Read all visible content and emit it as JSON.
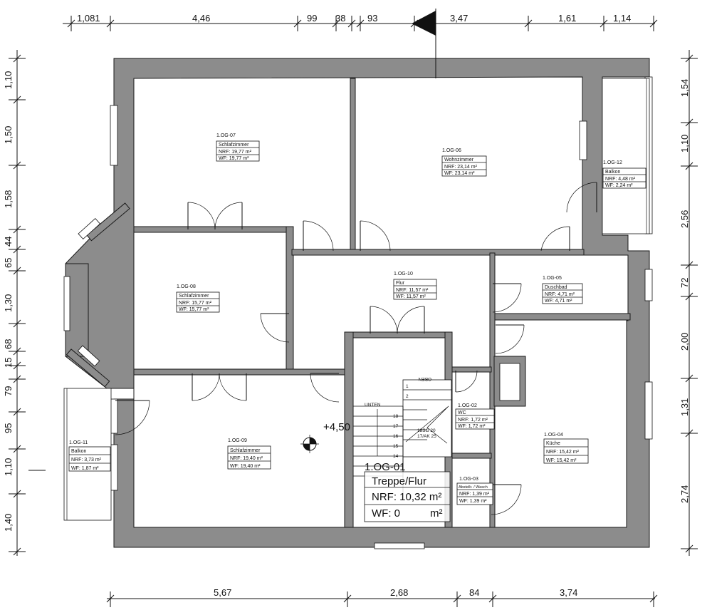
{
  "dimensions": {
    "top": [
      "1,081",
      "4,46",
      "99",
      "38",
      "93",
      "3,47",
      "1,61",
      "1,14"
    ],
    "bottom": [
      "5,67",
      "2,68",
      "84",
      "3,74"
    ],
    "left": [
      "1,10",
      "1,50",
      "1,58",
      "44",
      "65",
      "1,30",
      "68",
      "15",
      "79",
      "95",
      "1,10",
      "1,40"
    ],
    "right": [
      "1,54",
      "1,10",
      "2,56",
      "72",
      "2,00",
      "1,31",
      "2,74"
    ]
  },
  "rooms": [
    {
      "code": "1.OG-07",
      "name": "Schlafzimmer",
      "nrf": "NRF: 19,77 m²",
      "wf": "WF:   19,77 m²"
    },
    {
      "code": "1.OG-06",
      "name": "Wohnzimmer",
      "nrf": "NRF: 23,14 m²",
      "wf": "WF:   23,14 m²"
    },
    {
      "code": "1.OG-12",
      "name": "Balkon",
      "nrf": "NRF:   4,48 m²",
      "wf": "WF:     2,24 m²"
    },
    {
      "code": "1.OG-08",
      "name": "Schlafzimmer",
      "nrf": "NRF: 15,77 m²",
      "wf": "WF:   15,77 m²"
    },
    {
      "code": "1.OG-10",
      "name": "Flur",
      "nrf": "NRF: 11,57 m²",
      "wf": "WF:   11,57 m²"
    },
    {
      "code": "1.OG-05",
      "name": "Duschbad",
      "nrf": "NRF: 4,71 m²",
      "wf": "WF:   4,71 m²"
    },
    {
      "code": "1.OG-02",
      "name": "WC",
      "nrf": "NRF: 1,72 m²",
      "wf": "WF:   1,72 m²"
    },
    {
      "code": "1.OG-04",
      "name": "Küche",
      "nrf": "NRF: 15,42 m²",
      "wf": "WF:   15,42 m²"
    },
    {
      "code": "1.OG-11",
      "name": "Balkon",
      "nrf": "NRF:   3,73 m²",
      "wf": "WF:     1,87 m²"
    },
    {
      "code": "1.OG-09",
      "name": "Schlafzimmer",
      "nrf": "NRF: 19,40 m²",
      "wf": "WF:   19,40 m²"
    },
    {
      "code": "1.OG-03",
      "name": "Abstellr. / Wasch",
      "nrf": "NRF: 1,39 m²",
      "wf": "WF:   1,39 m²"
    }
  ],
  "stair": {
    "code": "1.OG-01",
    "name": "Treppe/Flur",
    "nrf": "NRF: 10,32 m²",
    "wf": "WF:    0",
    "wf_unit": "m²",
    "level": "+4,50",
    "up": "OBEN",
    "down": "UNTEN",
    "steps": [
      "1",
      "2",
      "18",
      "17",
      "16",
      "15",
      "14"
    ],
    "rise": "18SG 20",
    "tread": "17/AK 25"
  },
  "colors": {
    "wall": "#8c8c8c",
    "line": "#111111",
    "background": "#ffffff"
  }
}
